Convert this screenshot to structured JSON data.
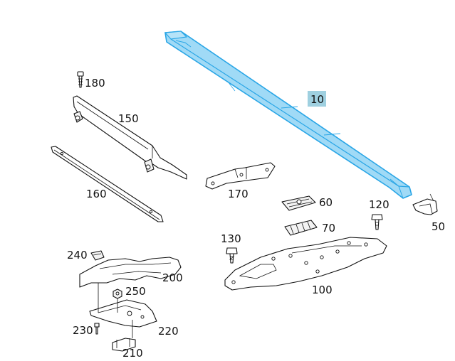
{
  "labels": {
    "p10": "10",
    "p50": "50",
    "p60": "60",
    "p70": "70",
    "p100": "100",
    "p120": "120",
    "p130": "130",
    "p150": "150",
    "p160": "160",
    "p170": "170",
    "p180": "180",
    "p200": "200",
    "p210": "210",
    "p220": "220",
    "p230": "230",
    "p240": "240",
    "p250": "250"
  },
  "colors": {
    "highlight_fill": "#8fd3f4",
    "highlight_stroke": "#2aa6e6",
    "label_highlight": "#9fd0e0",
    "line": "#111111"
  }
}
